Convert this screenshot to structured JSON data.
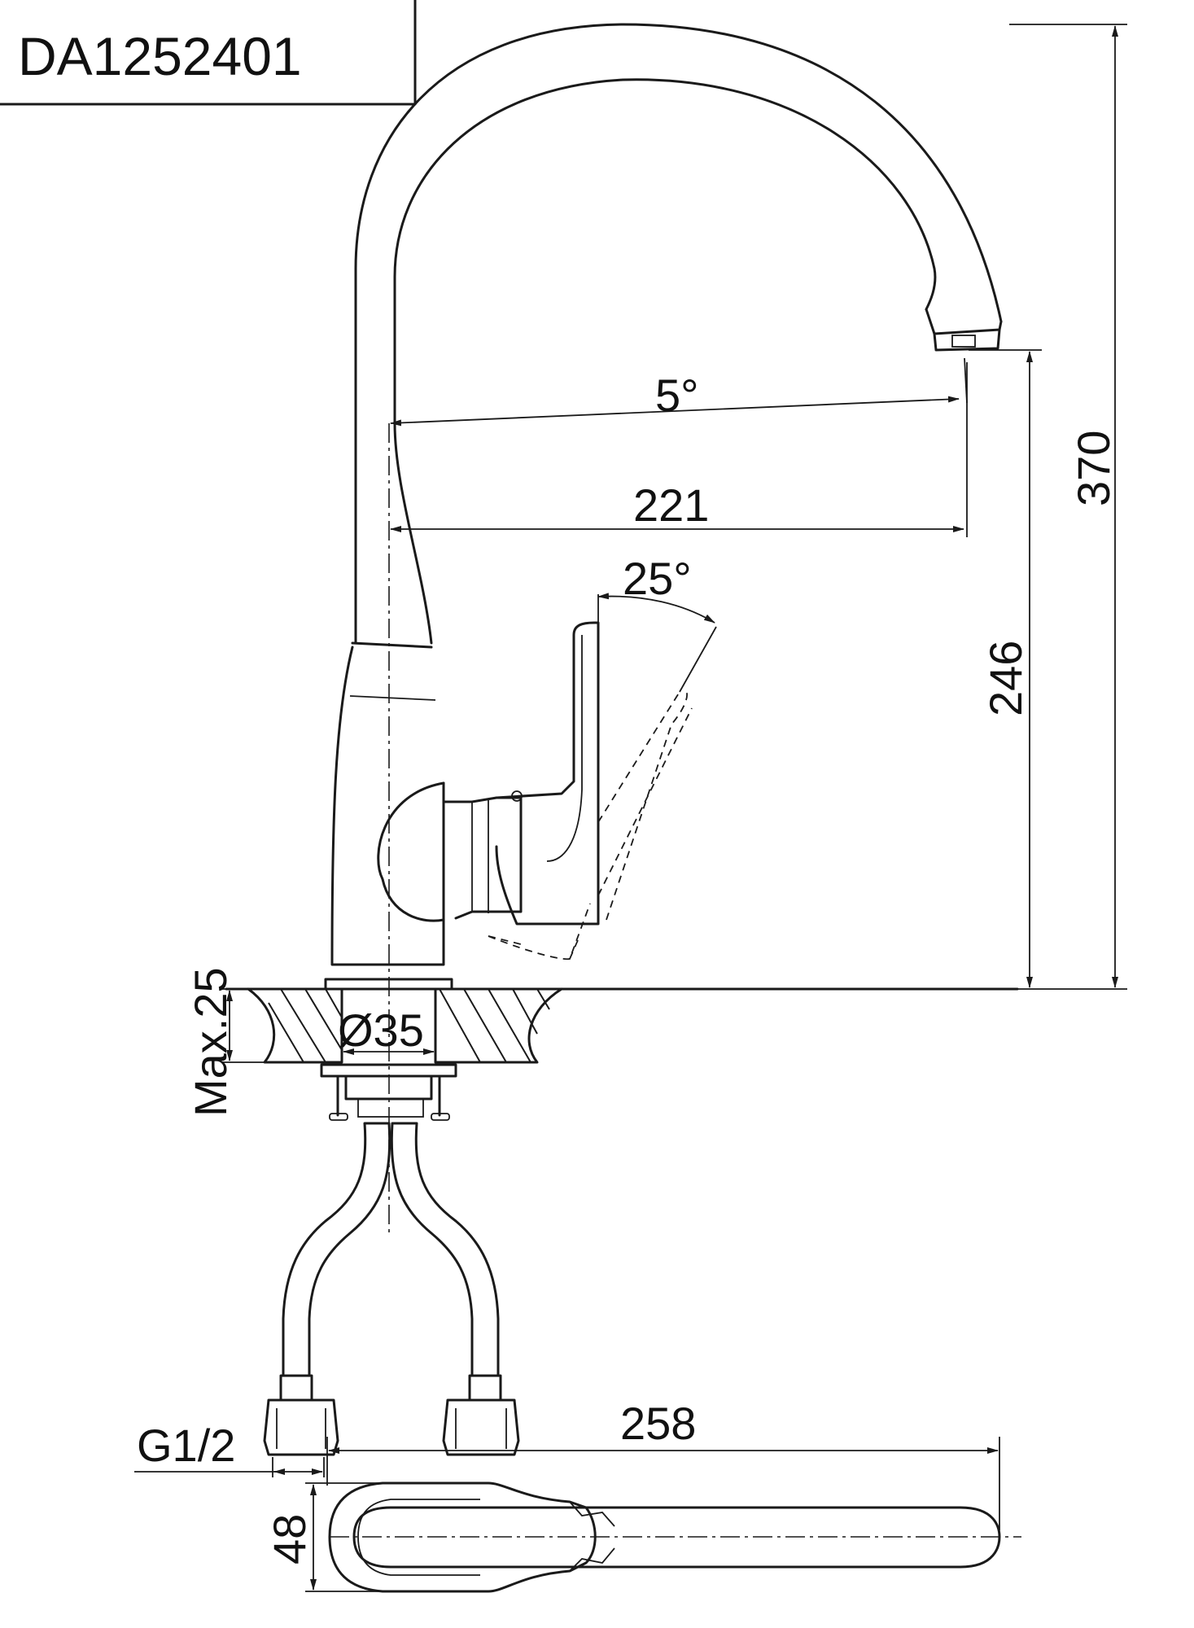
{
  "title": {
    "text": "DA1252401"
  },
  "dimensions": {
    "angle_spout": "5°",
    "reach": "221",
    "angle_handle": "25°",
    "total_height": "370",
    "spout_height": "246",
    "max_deck": "Max.25",
    "hole_diameter": "Ø35",
    "thread": "G1/2",
    "length_top": "258",
    "width_top": "48"
  },
  "colors": {
    "line": "#1a1a1a",
    "background": "#ffffff"
  }
}
